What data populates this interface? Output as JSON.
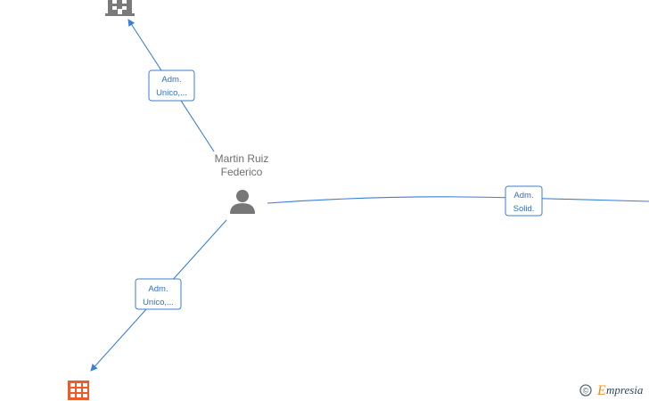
{
  "person": {
    "name_line1": "Martin Ruiz",
    "name_line2": "Federico",
    "icon": "person-icon"
  },
  "companies": [
    {
      "id": "company-top",
      "icon": "building-icon",
      "color": "#7a7a7a"
    },
    {
      "id": "company-bottom",
      "icon": "building-icon",
      "color": "#f05a28"
    }
  ],
  "relations": [
    {
      "id": "rel-top",
      "label_line1": "Adm.",
      "label_line2": "Unico,..."
    },
    {
      "id": "rel-right",
      "label_line1": "Adm.",
      "label_line2": "Solid."
    },
    {
      "id": "rel-bottom",
      "label_line1": "Adm.",
      "label_line2": "Unico,..."
    }
  ],
  "watermark": {
    "symbol": "©",
    "brand_initial": "E",
    "brand_rest": "mpresia"
  },
  "colors": {
    "edge": "#3a7fd5",
    "person": "#777777",
    "company_gray": "#7a7a7a",
    "company_orange": "#f05a28"
  }
}
